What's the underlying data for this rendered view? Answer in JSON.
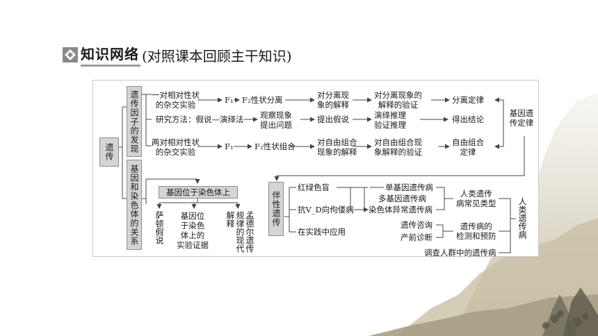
{
  "heading": {
    "title": "知识网络",
    "subtitle": "(对照课本回顾主干知识)"
  },
  "diagram": {
    "root": "遗传",
    "branch_top": "遗传因子的发现",
    "branch_bottom": "基因和染色体的关系",
    "row1": {
      "exp": [
        "一对相对性状",
        "的杂交实验"
      ],
      "f1": "F₁",
      "f2": "F₂性状分离",
      "explain": [
        "对分离现",
        "象的解释"
      ],
      "verify": [
        "对分离现象的",
        "解释的验证"
      ],
      "law": "分离定律"
    },
    "row2": {
      "method": "研究方法：假说—演绎法",
      "observe": [
        "观察现象",
        "提出问题"
      ],
      "hypo": "提出假说",
      "deduce": [
        "演绎推理",
        "验证推理"
      ],
      "conclusion": "得出结论"
    },
    "row3": {
      "exp": [
        "两对相对性状",
        "的杂交实验"
      ],
      "f1": "F₁",
      "f2": "F₂性状组合",
      "explain": [
        "对自由组合",
        "现象的解释"
      ],
      "verify": [
        "对自由组合现",
        "象解释的验证"
      ],
      "law": [
        "自由组合",
        "定律"
      ]
    },
    "gene_law": "基因遗传定律",
    "gene_on_chromosome": "基因位于染色体上",
    "sutton": "萨顿假说",
    "evidence": [
      "基因位",
      "于染色",
      "体上的",
      "实验证据"
    ],
    "morgan": "孟德尔遗传规律的现代解释",
    "sex_linked": "伴性遗传",
    "sl_items": [
      "红绿色盲",
      "抗V_D向佝偻病",
      "在实践中应用"
    ],
    "disease_types": [
      "单基因遗传病",
      "多基因遗传病",
      "染色体异常遗传病"
    ],
    "common_types": [
      "人类遗传",
      "病常见类型"
    ],
    "counsel": [
      "遗传咨询",
      "产前诊断"
    ],
    "detect": [
      "遗传病的",
      "检测和预防"
    ],
    "survey": "调查人群中的遗传病",
    "human_disease": "人类遗传病"
  }
}
